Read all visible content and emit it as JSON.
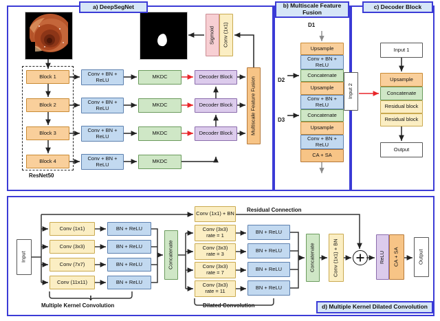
{
  "figure": {
    "panels": {
      "a": {
        "title": "a) DeepSegNet"
      },
      "b": {
        "title": "b) Multiscale Feature Fusion"
      },
      "c": {
        "title": "c) Decoder Block"
      },
      "d": {
        "title": "d) Multiple Kernel Dilated Convolution"
      }
    }
  },
  "panel_a": {
    "input_image_alt": "colonoscopy-frame",
    "output_mask_alt": "binary-segmentation-mask",
    "backbone_label": "ResNet50",
    "blocks": [
      "Block 1",
      "Block 2",
      "Block 3",
      "Block 4"
    ],
    "conv_bn_relu": "Conv + BN + ReLU",
    "mkdc": "MKDC",
    "decoder": "Decoder Block",
    "fusion": "Multiscale Feature Fusion",
    "sigmoid": "Sigmoid",
    "conv1x1": "Conv (1x1)",
    "rows": [
      {
        "block": "Block 1",
        "conv": "Conv + BN + ReLU",
        "mkdc": "MKDC",
        "decoder": "Decoder Block"
      },
      {
        "block": "Block 2",
        "conv": "Conv + BN + ReLU",
        "mkdc": "MKDC",
        "decoder": "Decoder Block"
      },
      {
        "block": "Block 3",
        "conv": "Conv + BN + ReLU",
        "mkdc": "MKDC",
        "decoder": "Decoder Block"
      },
      {
        "block": "Block 4",
        "conv": "Conv + BN + ReLU",
        "mkdc": "MKDC",
        "decoder": null
      }
    ]
  },
  "panel_b": {
    "inputs": [
      "D1",
      "D2",
      "D3"
    ],
    "stack": [
      "Upsample",
      "Conv + BN + ReLU",
      "Concatenate",
      "Upsample",
      "Conv + BN + ReLU",
      "Concatenate",
      "Upsample",
      "Conv + BN + ReLU",
      "CA + SA"
    ]
  },
  "panel_c": {
    "input1": "Input 1",
    "input2": "Input 2",
    "stack": [
      "Upsample",
      "Concatenate",
      "Residual block",
      "Residual block"
    ],
    "output": "Output"
  },
  "panel_d": {
    "input": "Input",
    "output": "Output",
    "residual_label": "Residual Connection",
    "residual_conv": "Conv (1x1) + BN",
    "mkc_group_label": "Multiple Kernel Convolution",
    "dilated_group_label": "Dilated Convolution",
    "kernels": [
      "Conv (1x1)",
      "Conv (3x3)",
      "Conv (7x7)",
      "Conv (11x11)"
    ],
    "kernel_bnrelu": [
      "BN + ReLU",
      "BN + ReLU",
      "BN + ReLU",
      "BN + ReLU"
    ],
    "dilated": [
      {
        "conv": "Conv (3x3)",
        "rate": "rate = 1",
        "bnrelu": "BN + ReLU"
      },
      {
        "conv": "Conv (3x3)",
        "rate": "rate = 3",
        "bnrelu": "BN + ReLU"
      },
      {
        "conv": "Conv (3x3)",
        "rate": "rate = 7",
        "bnrelu": "BN + ReLU"
      },
      {
        "conv": "Conv (3x3)",
        "rate": "rate = 11",
        "bnrelu": "BN + ReLU"
      }
    ],
    "concat1": "Concatenate",
    "concat2": "Concatenate",
    "conv1x1_bn": "Conv (1x1) + BN",
    "add_symbol": "+",
    "relu": "ReLU",
    "ca_sa": "CA + SA"
  },
  "colors": {
    "panel_border": "#3b3bd6",
    "title_bg": "#d6e6f7",
    "orange": "#f9cf9b",
    "blue": "#c2d9f0",
    "green": "#cfe7c6",
    "purple": "#dccbec",
    "pink": "#f7cfd3",
    "yellow": "#fbeec3",
    "red_arrow": "#e8262a",
    "black_arrow": "#222222"
  }
}
